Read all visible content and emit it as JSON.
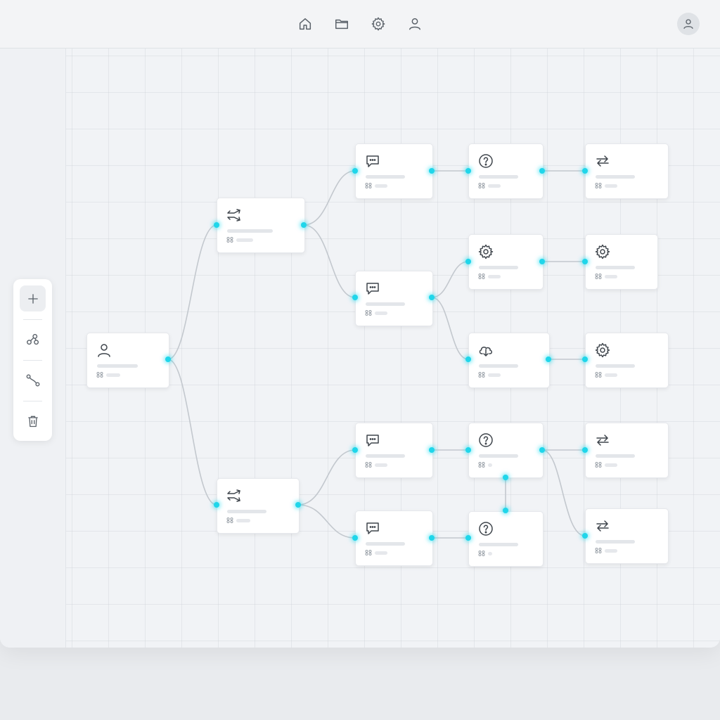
{
  "theme": {
    "accent": "#1fd6ea",
    "wire": "#c3c8ce",
    "icon": "#5a6169"
  },
  "topnav": {
    "items": [
      "home-icon",
      "folder-icon",
      "gear-icon",
      "user-icon"
    ]
  },
  "toolbar": {
    "tools": [
      "plus-icon",
      "nodes-icon",
      "connector-icon",
      "trash-icon"
    ]
  },
  "nodes": [
    {
      "id": "n-user",
      "icon": "user-icon"
    },
    {
      "id": "n-route1",
      "icon": "split-arrows-icon"
    },
    {
      "id": "n-route2",
      "icon": "split-arrows-icon"
    },
    {
      "id": "n-msg1",
      "icon": "chat-icon"
    },
    {
      "id": "n-msg2",
      "icon": "chat-icon"
    },
    {
      "id": "n-msg3",
      "icon": "chat-icon"
    },
    {
      "id": "n-msg4",
      "icon": "chat-icon"
    },
    {
      "id": "n-q1",
      "icon": "help-icon"
    },
    {
      "id": "n-gear1",
      "icon": "gear-icon"
    },
    {
      "id": "n-cloud",
      "icon": "cloud-download-icon"
    },
    {
      "id": "n-q2",
      "icon": "help-icon"
    },
    {
      "id": "n-q3",
      "icon": "help-icon"
    },
    {
      "id": "n-swap1",
      "icon": "swap-icon"
    },
    {
      "id": "n-gear2",
      "icon": "gear-icon"
    },
    {
      "id": "n-gear3",
      "icon": "gear-icon"
    },
    {
      "id": "n-swap2",
      "icon": "swap-icon"
    },
    {
      "id": "n-swap3",
      "icon": "swap-icon"
    }
  ]
}
